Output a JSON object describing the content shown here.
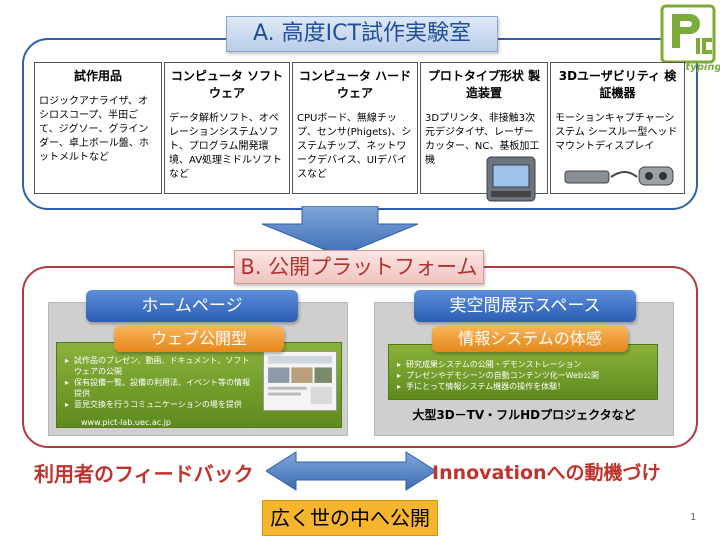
{
  "section_a": {
    "title": "A. 高度ICT試作実験室",
    "categories": [
      {
        "title": "試作用品",
        "body": "ロジックアナライザ、オシロスコープ、半田ごて、ジグソー、グラインダー、卓上ボール盤、ホットメルトなど"
      },
      {
        "title": "コンピュータ ソフトウェア",
        "body": "データ解析ソフト、オペレーションシステムソフト、プログラム開発環境、AV処理ミドルソフトなど"
      },
      {
        "title": "コンピュータ ハードウェア",
        "body": "CPUボード、無線チップ、センサ(Phigets)、システムチップ、ネットワークデバイス、UIデバイスなど"
      },
      {
        "title": "プロトタイプ形状 製造装置",
        "body": "3Dプリンタ、非接触3次元デジタイザ、レーザーカッター、NC、基板加工機"
      },
      {
        "title": "3Dユーザビリティ 検証機器",
        "body": "モーションキャプチャーシステム シースルー型ヘッドマウントディスプレイ"
      }
    ]
  },
  "logo": {
    "letters": "PICT",
    "caption": "Prototyping"
  },
  "section_b": {
    "title": "B. 公開プラットフォーム",
    "left": {
      "tab": "ホームページ",
      "subtab": "ウェブ公開型",
      "bullets": [
        "試作品のプレゼン、動画、ドキュメント、ソフトウェアの公開",
        "保有設備一覧、設備の利用法、イベント等の情報提供",
        "意見交換を行うコミュニケーションの場を提供"
      ],
      "url": "www.pict-lab.uec.ac.jp"
    },
    "right": {
      "tab": "実空間展示スペース",
      "subtab": "情報システムの体感",
      "bullets": [
        "研究成果システムの公開・デモンストレーション",
        "プレゼンやデモシーンの自動コンテンツ化ーWeb公開",
        "手にとって情報システム機器の操作を体験！"
      ],
      "caption": "大型3D－TV・フルHDプロジェクタなど"
    }
  },
  "bottom": {
    "feedback": "利用者のフィードバック",
    "motivation": "Innovationへの動機づけ",
    "public": "広く世の中へ公開",
    "page_number": "1"
  },
  "colors": {
    "section_a_border": "#2f5fa8",
    "section_b_border": "#b23a3a",
    "blue_tab": "#2b5db4",
    "orange_tab": "#e5871b",
    "green_box": "#6f9a26",
    "accent_red": "#c0332c",
    "public_box": "#f5b52c"
  }
}
